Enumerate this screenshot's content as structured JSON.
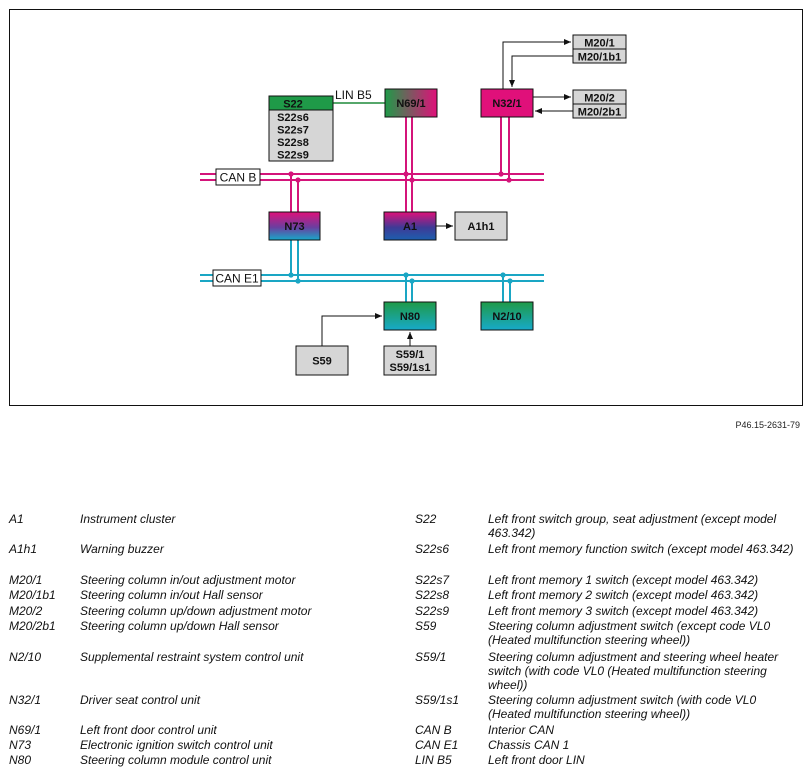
{
  "diagram": {
    "nodes": {
      "s22": {
        "lines": [
          "S22",
          "S22s6",
          "S22s7",
          "S22s8",
          "S22s9"
        ]
      },
      "n69_1": {
        "label": "N69/1"
      },
      "n32_1": {
        "label": "N32/1"
      },
      "m20_1": {
        "label": "M20/1"
      },
      "m20_1b1": {
        "label": "M20/1b1"
      },
      "m20_2": {
        "label": "M20/2"
      },
      "m20_2b1": {
        "label": "M20/2b1"
      },
      "n73": {
        "label": "N73"
      },
      "a1": {
        "label": "A1"
      },
      "a1h1": {
        "label": "A1h1"
      },
      "n80": {
        "label": "N80"
      },
      "n2_10": {
        "label": "N2/10"
      },
      "s59": {
        "label": "S59"
      },
      "s59_1": {
        "lines": [
          "S59/1",
          "S59/1s1"
        ]
      }
    },
    "buses": {
      "can_b": "CAN B",
      "can_e1": "CAN E1",
      "lin_b5": "LIN B5"
    },
    "colors": {
      "can_b": "#d4147a",
      "can_e1": "#1aa6c4",
      "lin": "#1f8a3a",
      "gray_box": "#d6d6d6",
      "green": "#1f9a48",
      "magenta": "#e0107a",
      "teal": "#17a9c9",
      "navy": "#1c3f8f"
    }
  },
  "figure_ref": "P46.15-2631-79",
  "legend": {
    "left": [
      {
        "code": "A1",
        "desc": "Instrument cluster"
      },
      {
        "code": "A1h1",
        "desc": "Warning buzzer"
      },
      {
        "code": "M20/1",
        "desc": "Steering column in/out adjustment motor"
      },
      {
        "code": "M20/1b1",
        "desc": "Steering column in/out Hall sensor"
      },
      {
        "code": "M20/2",
        "desc": "Steering column up/down adjustment motor"
      },
      {
        "code": "M20/2b1",
        "desc": "Steering column up/down Hall sensor"
      },
      {
        "code": "N2/10",
        "desc": "Supplemental restraint system control unit"
      },
      {
        "code": "N32/1",
        "desc": "Driver seat control unit"
      },
      {
        "code": "N69/1",
        "desc": "Left front door control unit"
      },
      {
        "code": "N73",
        "desc": "Electronic ignition switch control unit"
      },
      {
        "code": "N80",
        "desc": "Steering column module control unit"
      }
    ],
    "right": [
      {
        "code": "S22",
        "desc": "Left front switch group, seat adjustment (except model 463.342)"
      },
      {
        "code": "S22s6",
        "desc": "Left front memory function switch (except model 463.342)"
      },
      {
        "code": "S22s7",
        "desc": "Left front memory 1 switch (except model 463.342)"
      },
      {
        "code": "S22s8",
        "desc": "Left front memory 2 switch (except model 463.342)"
      },
      {
        "code": "S22s9",
        "desc": "Left front memory 3 switch (except model 463.342)"
      },
      {
        "code": "S59",
        "desc": "Steering column adjustment switch (except code VL0 (Heated multifunction steering wheel))"
      },
      {
        "code": "S59/1",
        "desc": "Steering column adjustment and steering wheel heater switch (with code VL0 (Heated multifunction steering wheel))"
      },
      {
        "code": "S59/1s1",
        "desc": "Steering column adjustment switch (with code VL0 (Heated multifunction steering wheel))"
      },
      {
        "code": "CAN B",
        "desc": "Interior CAN"
      },
      {
        "code": "CAN E1",
        "desc": "Chassis CAN 1"
      },
      {
        "code": "LIN B5",
        "desc": "Left front door LIN"
      }
    ]
  }
}
